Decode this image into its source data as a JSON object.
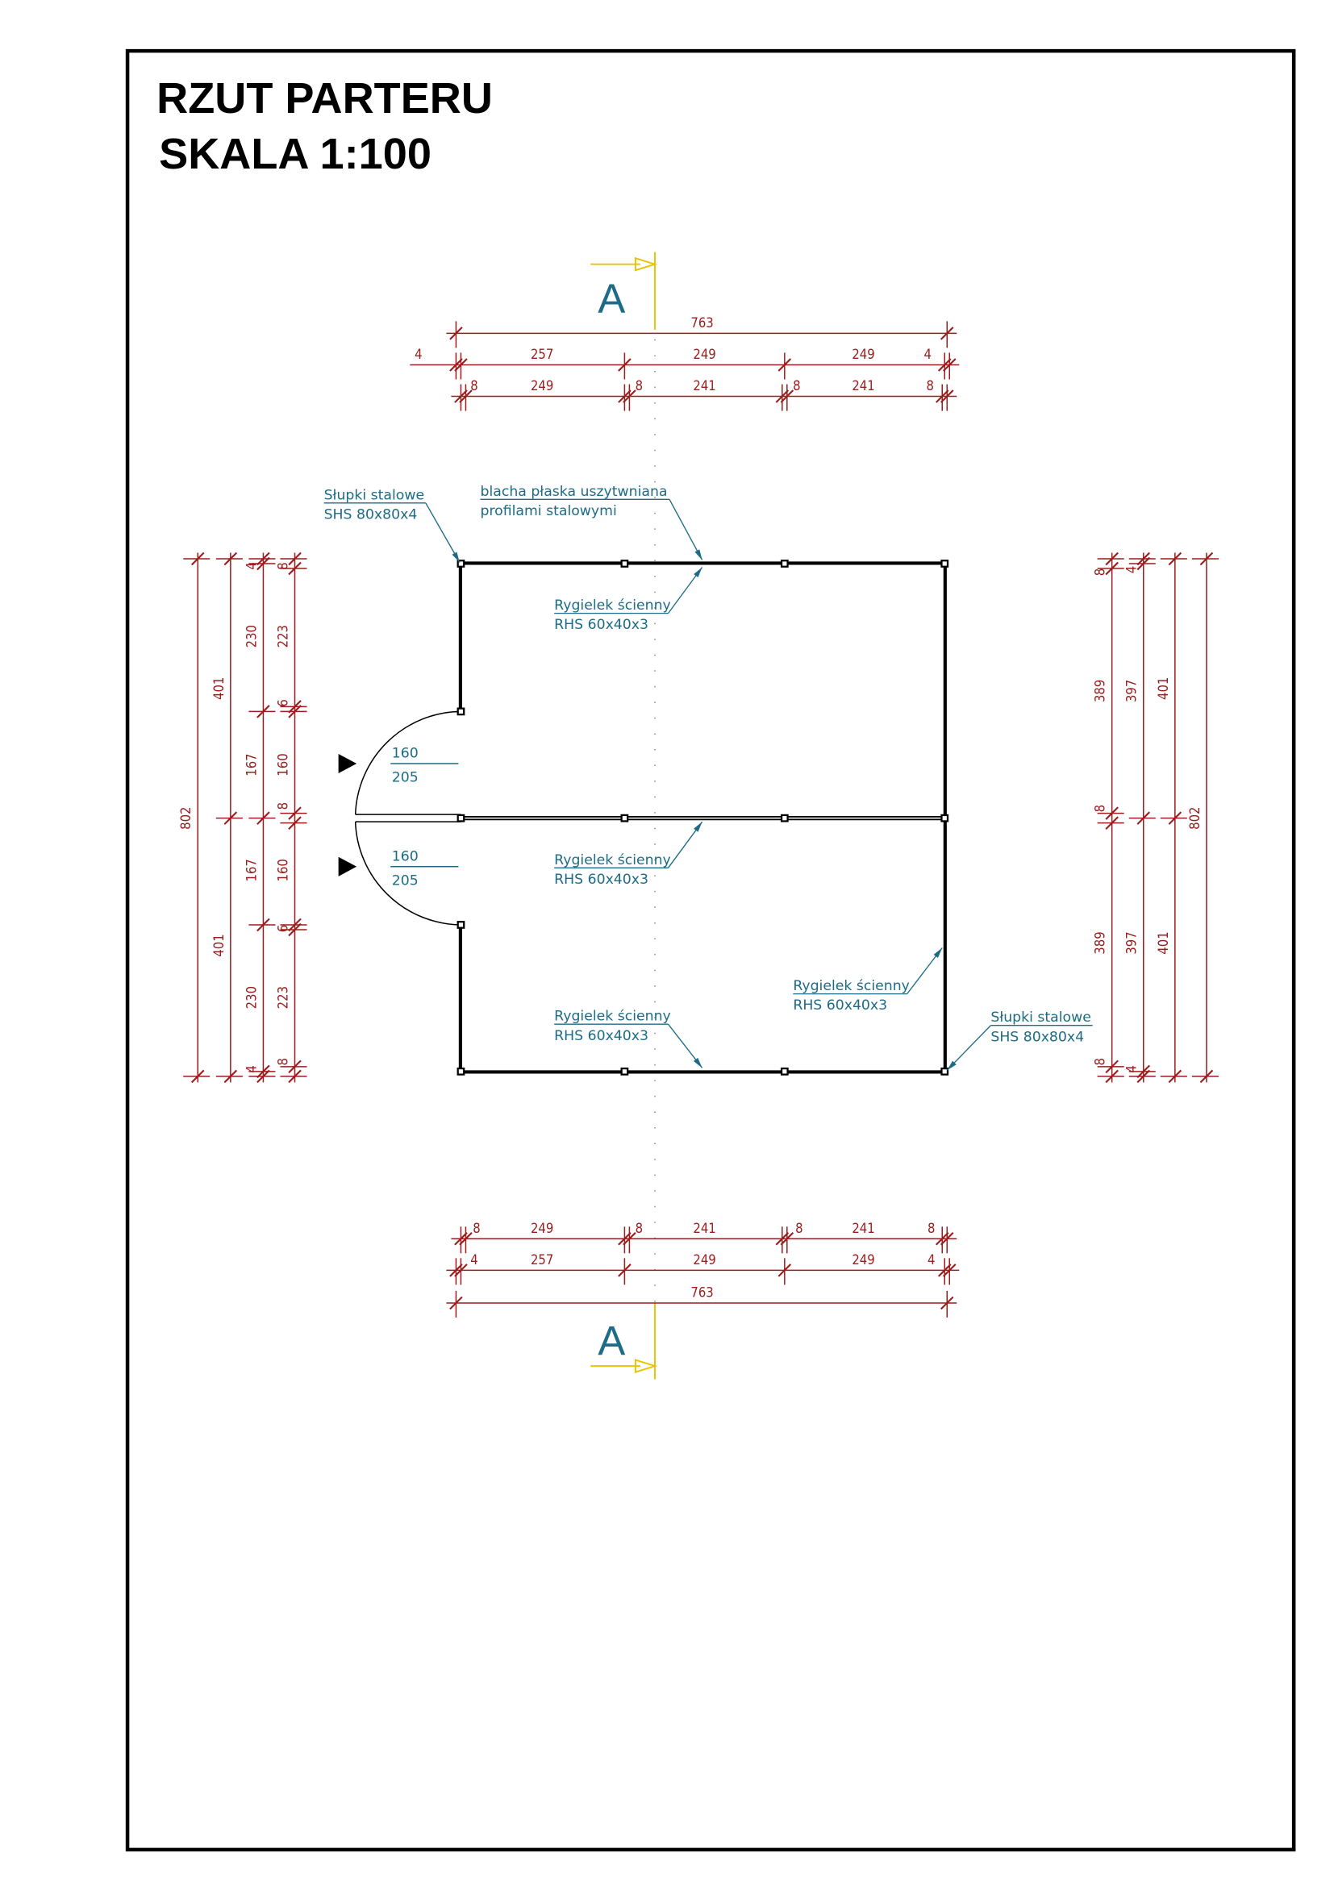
{
  "title": {
    "line1": "RZUT PARTERU",
    "line2": "SKALA 1:100"
  },
  "section_mark": {
    "label_top": "A",
    "label_bottom": "A"
  },
  "colors": {
    "dimension": "#9b1c1c",
    "annotation": "#1d6b86",
    "section": "#e8c400",
    "structure": "#000000"
  },
  "dimensions": {
    "top_overall": "763",
    "top_row2": [
      "4",
      "257",
      "249",
      "249",
      "4"
    ],
    "top_row3": [
      "8",
      "249",
      "8",
      "241",
      "8",
      "241",
      "8"
    ],
    "bottom_row1": [
      "8",
      "249",
      "8",
      "241",
      "8",
      "241",
      "8"
    ],
    "bottom_row2": [
      "4",
      "257",
      "249",
      "249",
      "4"
    ],
    "bottom_overall": "763",
    "left_overall": "802",
    "left_col2": [
      "401",
      "401"
    ],
    "left_col3": [
      "4",
      "230",
      "167",
      "167",
      "230",
      "4"
    ],
    "left_col4": [
      "8",
      "223",
      "6",
      "160",
      "8",
      "160",
      "6",
      "223",
      "8"
    ],
    "right_col1": [
      "8",
      "389",
      "8",
      "389",
      "8"
    ],
    "right_col2": [
      "4",
      "397",
      "397",
      "4"
    ],
    "right_col3": [
      "401",
      "401"
    ],
    "right_overall": "802"
  },
  "doors": [
    {
      "width": "160",
      "height": "205"
    },
    {
      "width": "160",
      "height": "205"
    }
  ],
  "annotations": {
    "columns_top": {
      "line1": "Słupki stalowe",
      "line2": "SHS 80x80x4"
    },
    "sheet": {
      "line1": "blacha płaska uszytwniana",
      "line2": "profilami stalowymi"
    },
    "beam_1": {
      "line1": "Rygielek ścienny",
      "line2": "RHS 60x40x3"
    },
    "beam_2": {
      "line1": "Rygielek ścienny",
      "line2": "RHS 60x40x3"
    },
    "beam_3": {
      "line1": "Rygielek ścienny",
      "line2": "RHS 60x40x3"
    },
    "beam_4": {
      "line1": "Rygielek ścienny",
      "line2": "RHS 60x40x3"
    },
    "columns_bottom": {
      "line1": "Słupki stalowe",
      "line2": "SHS 80x80x4"
    }
  }
}
